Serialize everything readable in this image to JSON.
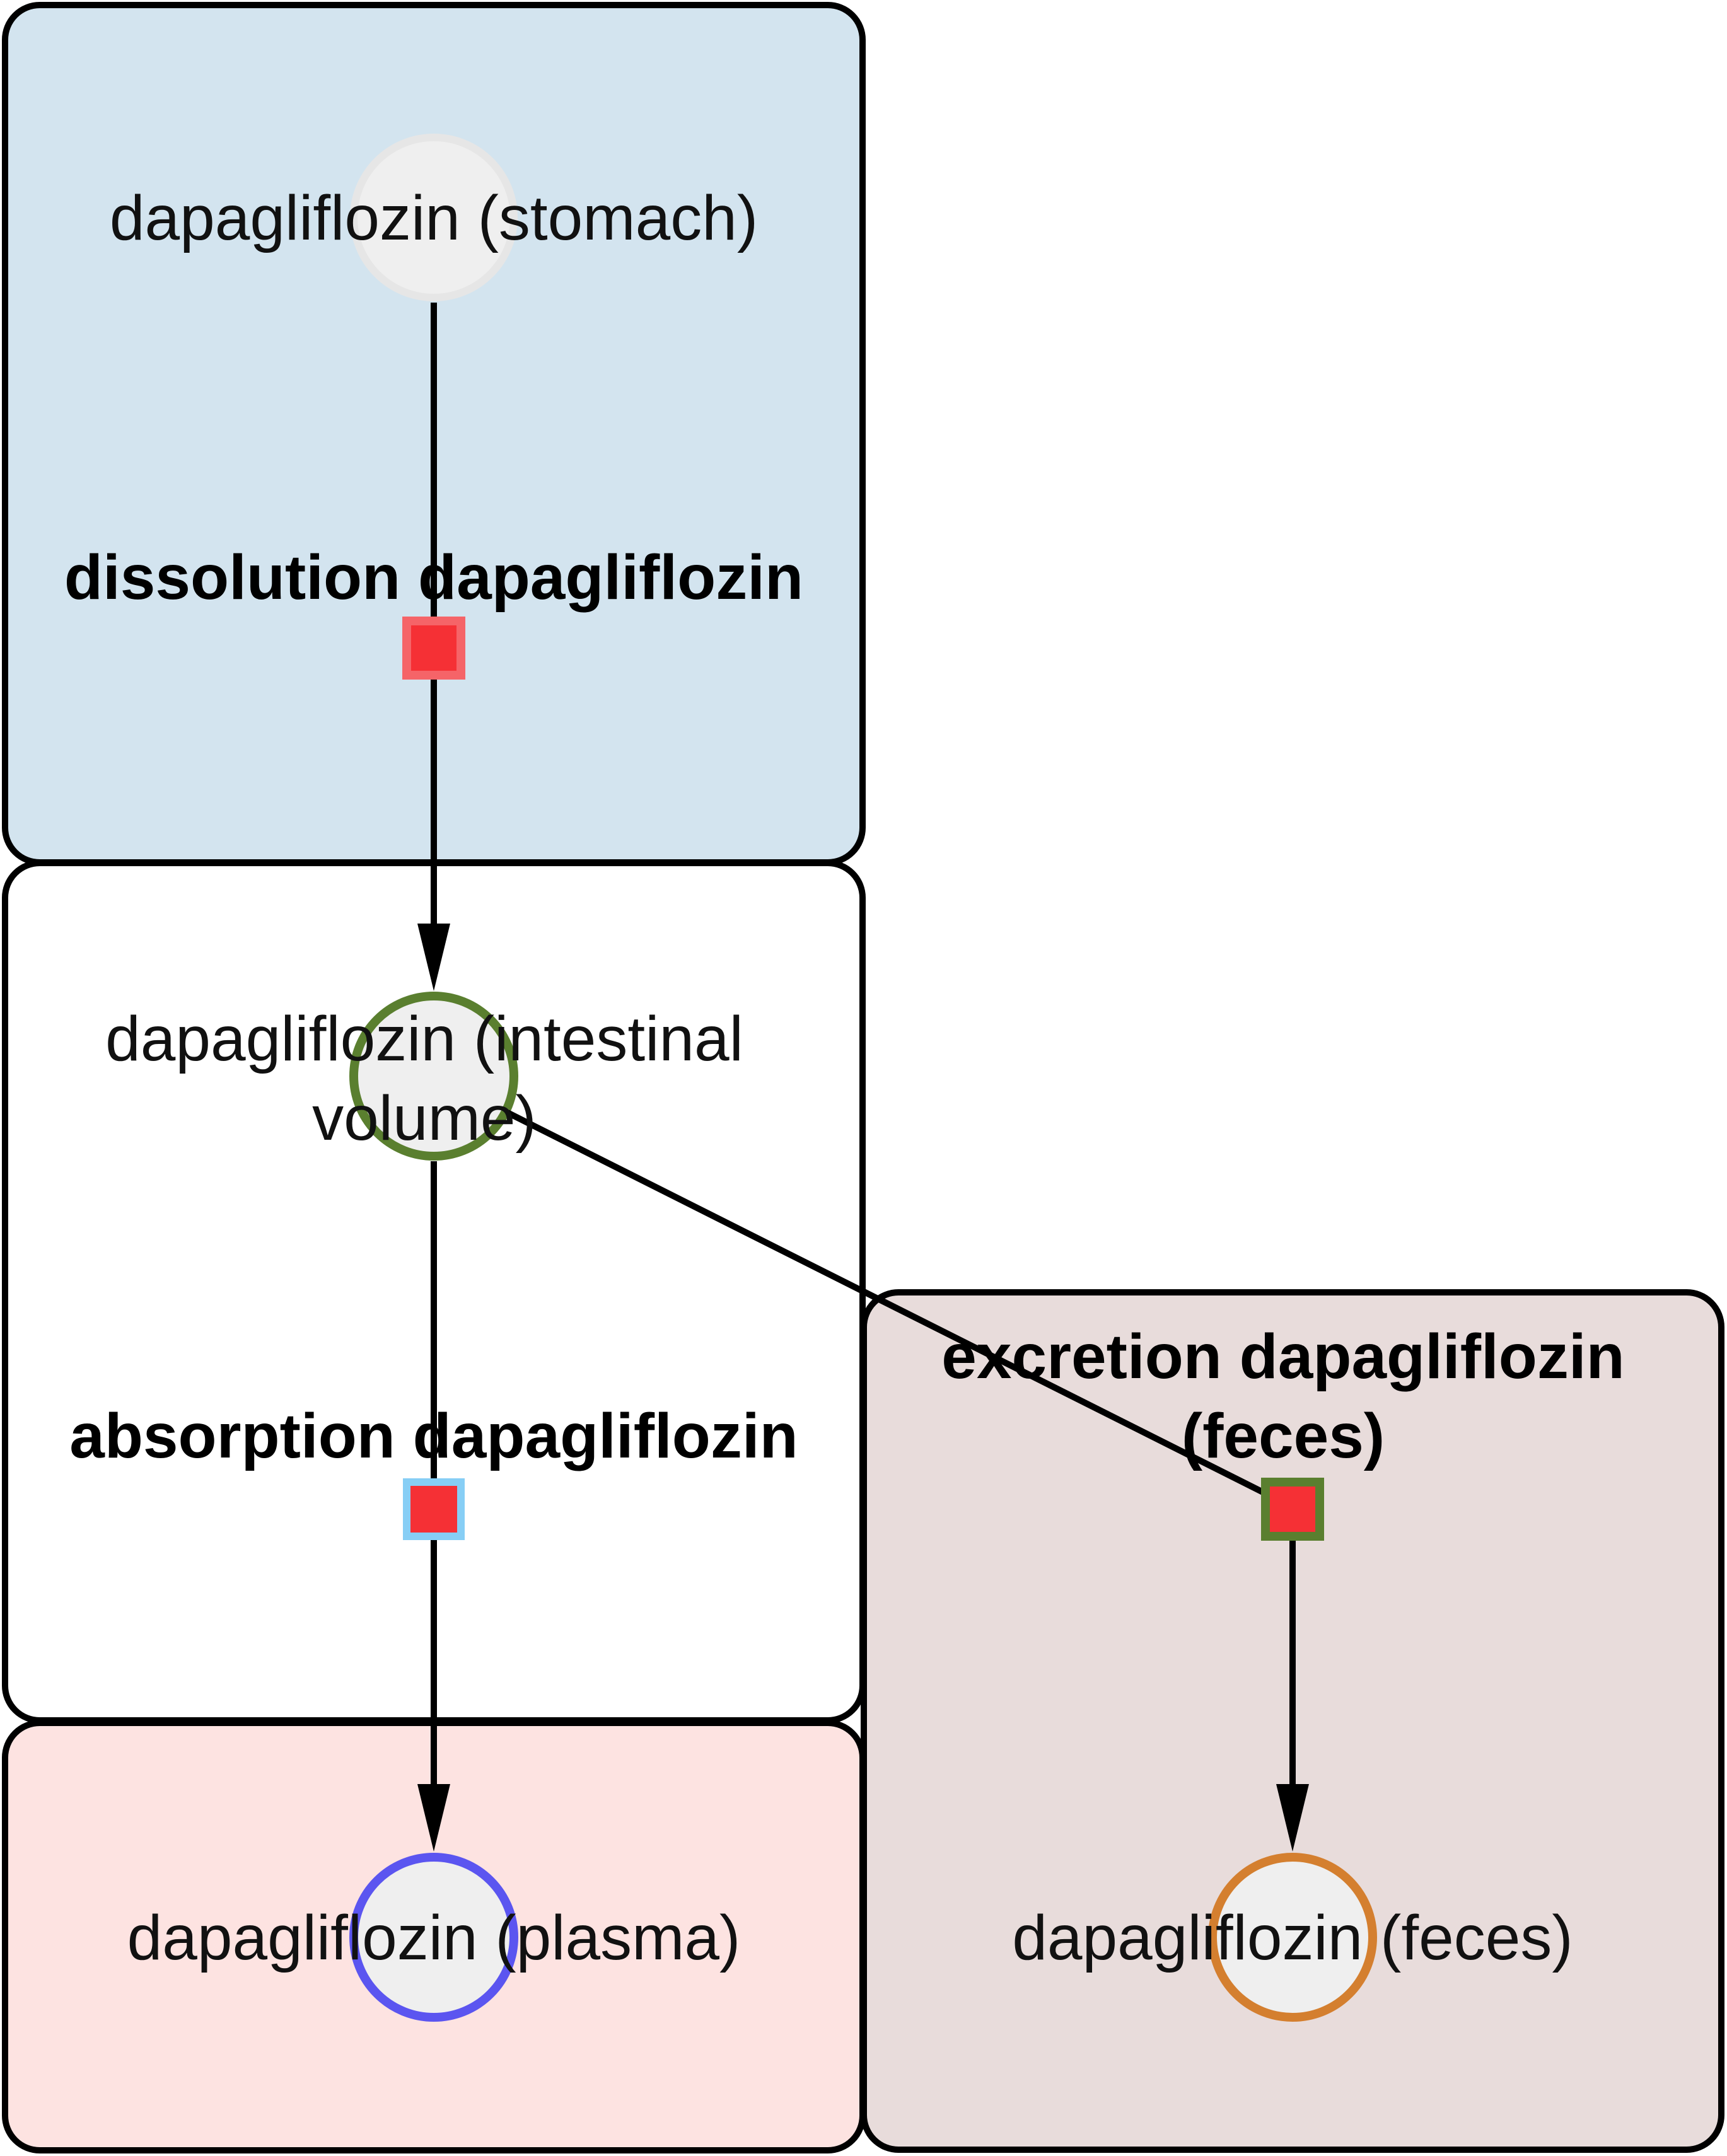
{
  "compartments": [
    {
      "id": "stomach",
      "color": "#d3e4ef"
    },
    {
      "id": "intestine",
      "color": "#ffffff"
    },
    {
      "id": "plasma",
      "color": "#fde3e1"
    },
    {
      "id": "feces",
      "color": "#e8dcdb"
    }
  ],
  "species": {
    "stomach": {
      "label": "dapagliflozin (stomach)",
      "fill": "#efefef",
      "border": "#e6e6e6"
    },
    "intestine": {
      "label_line1": "dapagliflozin (intestinal",
      "label_line2": "volume)",
      "fill": "#efefef",
      "border": "#5a7f2f"
    },
    "plasma": {
      "label": "dapagliflozin (plasma)",
      "fill": "#efefef",
      "border": "#5b55f0"
    },
    "feces": {
      "label": "dapagliflozin (feces)",
      "fill": "#efefef",
      "border": "#d47f2f"
    }
  },
  "reactions": {
    "dissolution": {
      "label": "dissolution dapagliflozin",
      "fill": "#f53035",
      "border": "#f56468"
    },
    "absorption": {
      "label": "absorption dapagliflozin",
      "fill": "#f53035",
      "border": "#87cef5"
    },
    "excretion": {
      "label_line1": "excretion dapagliflozin",
      "label_line2": "(feces)",
      "fill": "#f53035",
      "border": "#5a7f2f"
    }
  },
  "edge_color": "#000000"
}
